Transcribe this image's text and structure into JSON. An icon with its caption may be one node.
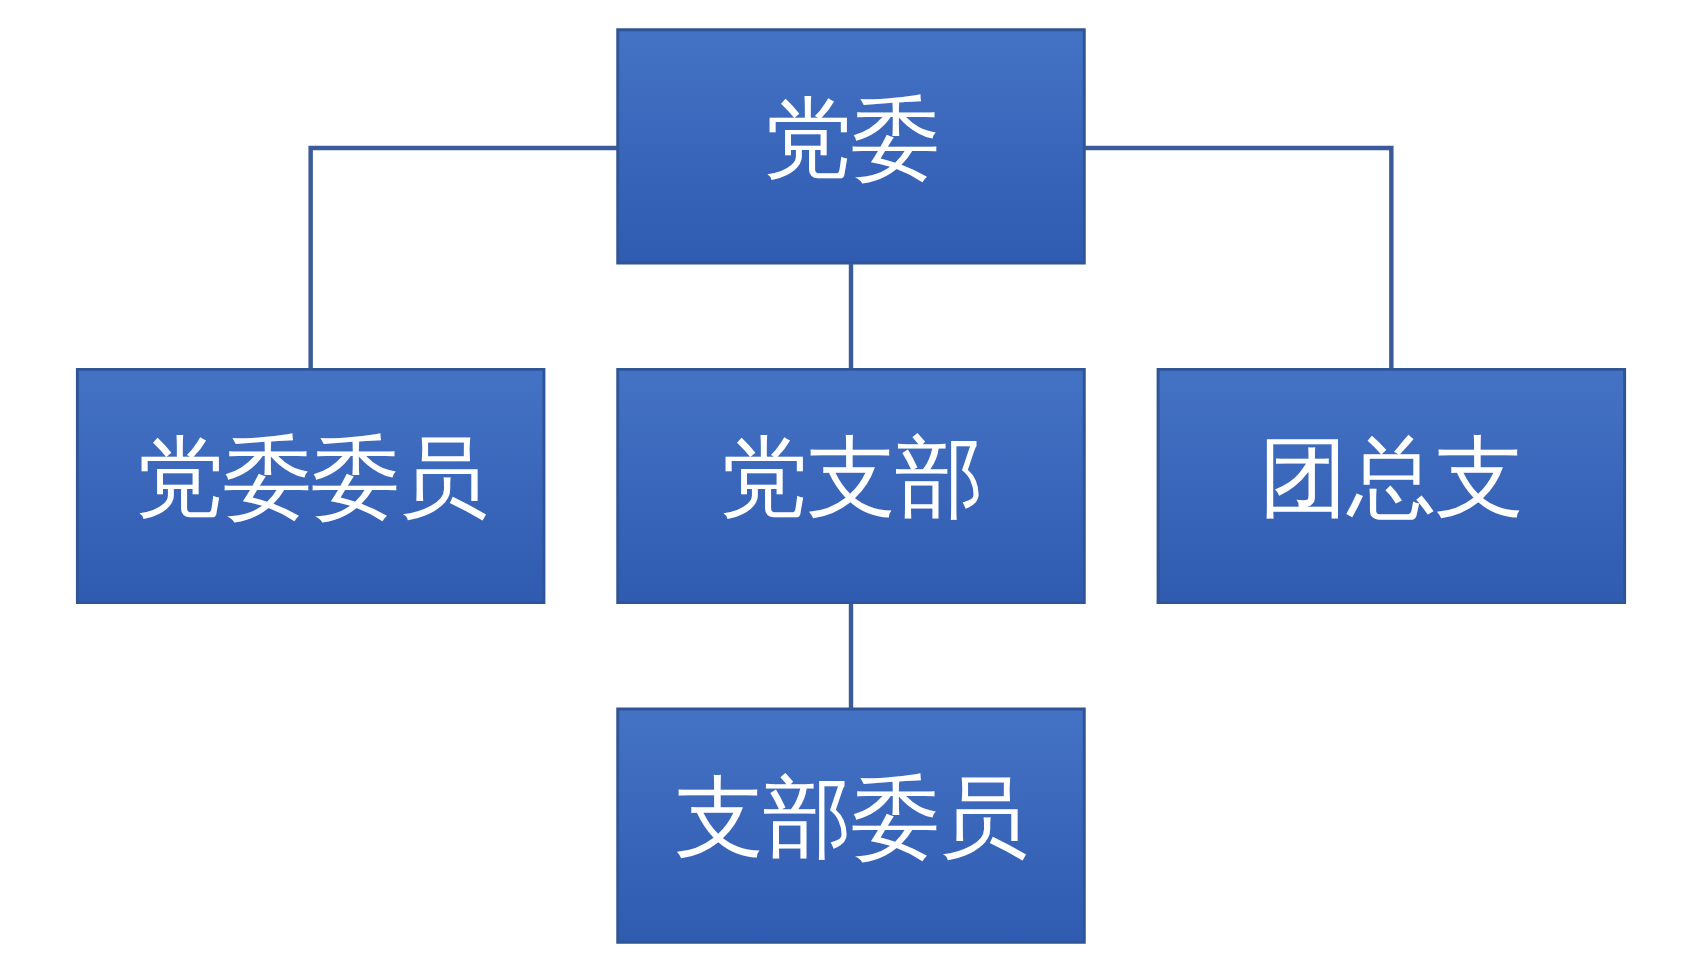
{
  "diagram": {
    "nodes": [
      {
        "text": [
          "党委"
        ]
      },
      {
        "text": [
          "党委委员"
        ]
      },
      {
        "text": [
          "党支部"
        ]
      },
      {
        "text": [
          "团总支"
        ]
      },
      {
        "text": [
          "支部委员"
        ]
      }
    ],
    "edges": [
      {
        "from": 0,
        "to": 1,
        "arrow": "none"
      },
      {
        "from": 0,
        "to": 2,
        "arrow": "none"
      },
      {
        "from": 0,
        "to": 3,
        "arrow": "none"
      },
      {
        "from": 2,
        "to": 4,
        "arrow": "none"
      }
    ]
  }
}
